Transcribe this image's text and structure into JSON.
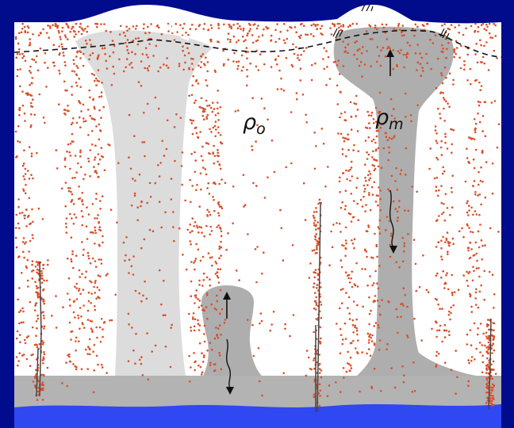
{
  "diagram": {
    "labels": {
      "rho_outer": {
        "symbol": "ρ",
        "subscript": "o"
      },
      "rho_melt": {
        "symbol": "ρ",
        "subscript": "m"
      }
    },
    "colors": {
      "frame_background": "#000c8c",
      "panel": "#ffffff",
      "light_diapir": "#dcdcdc",
      "dark_diapir": "#aeaeae",
      "base_layer": "#b3b3b3",
      "bottom_liquid": "#2f48f2",
      "particles": "#d9502a",
      "dashed_line": "#111111",
      "arrows": "#111111"
    },
    "icons": [
      "up-arrow-icon",
      "wavy-down-arrow-icon"
    ]
  }
}
